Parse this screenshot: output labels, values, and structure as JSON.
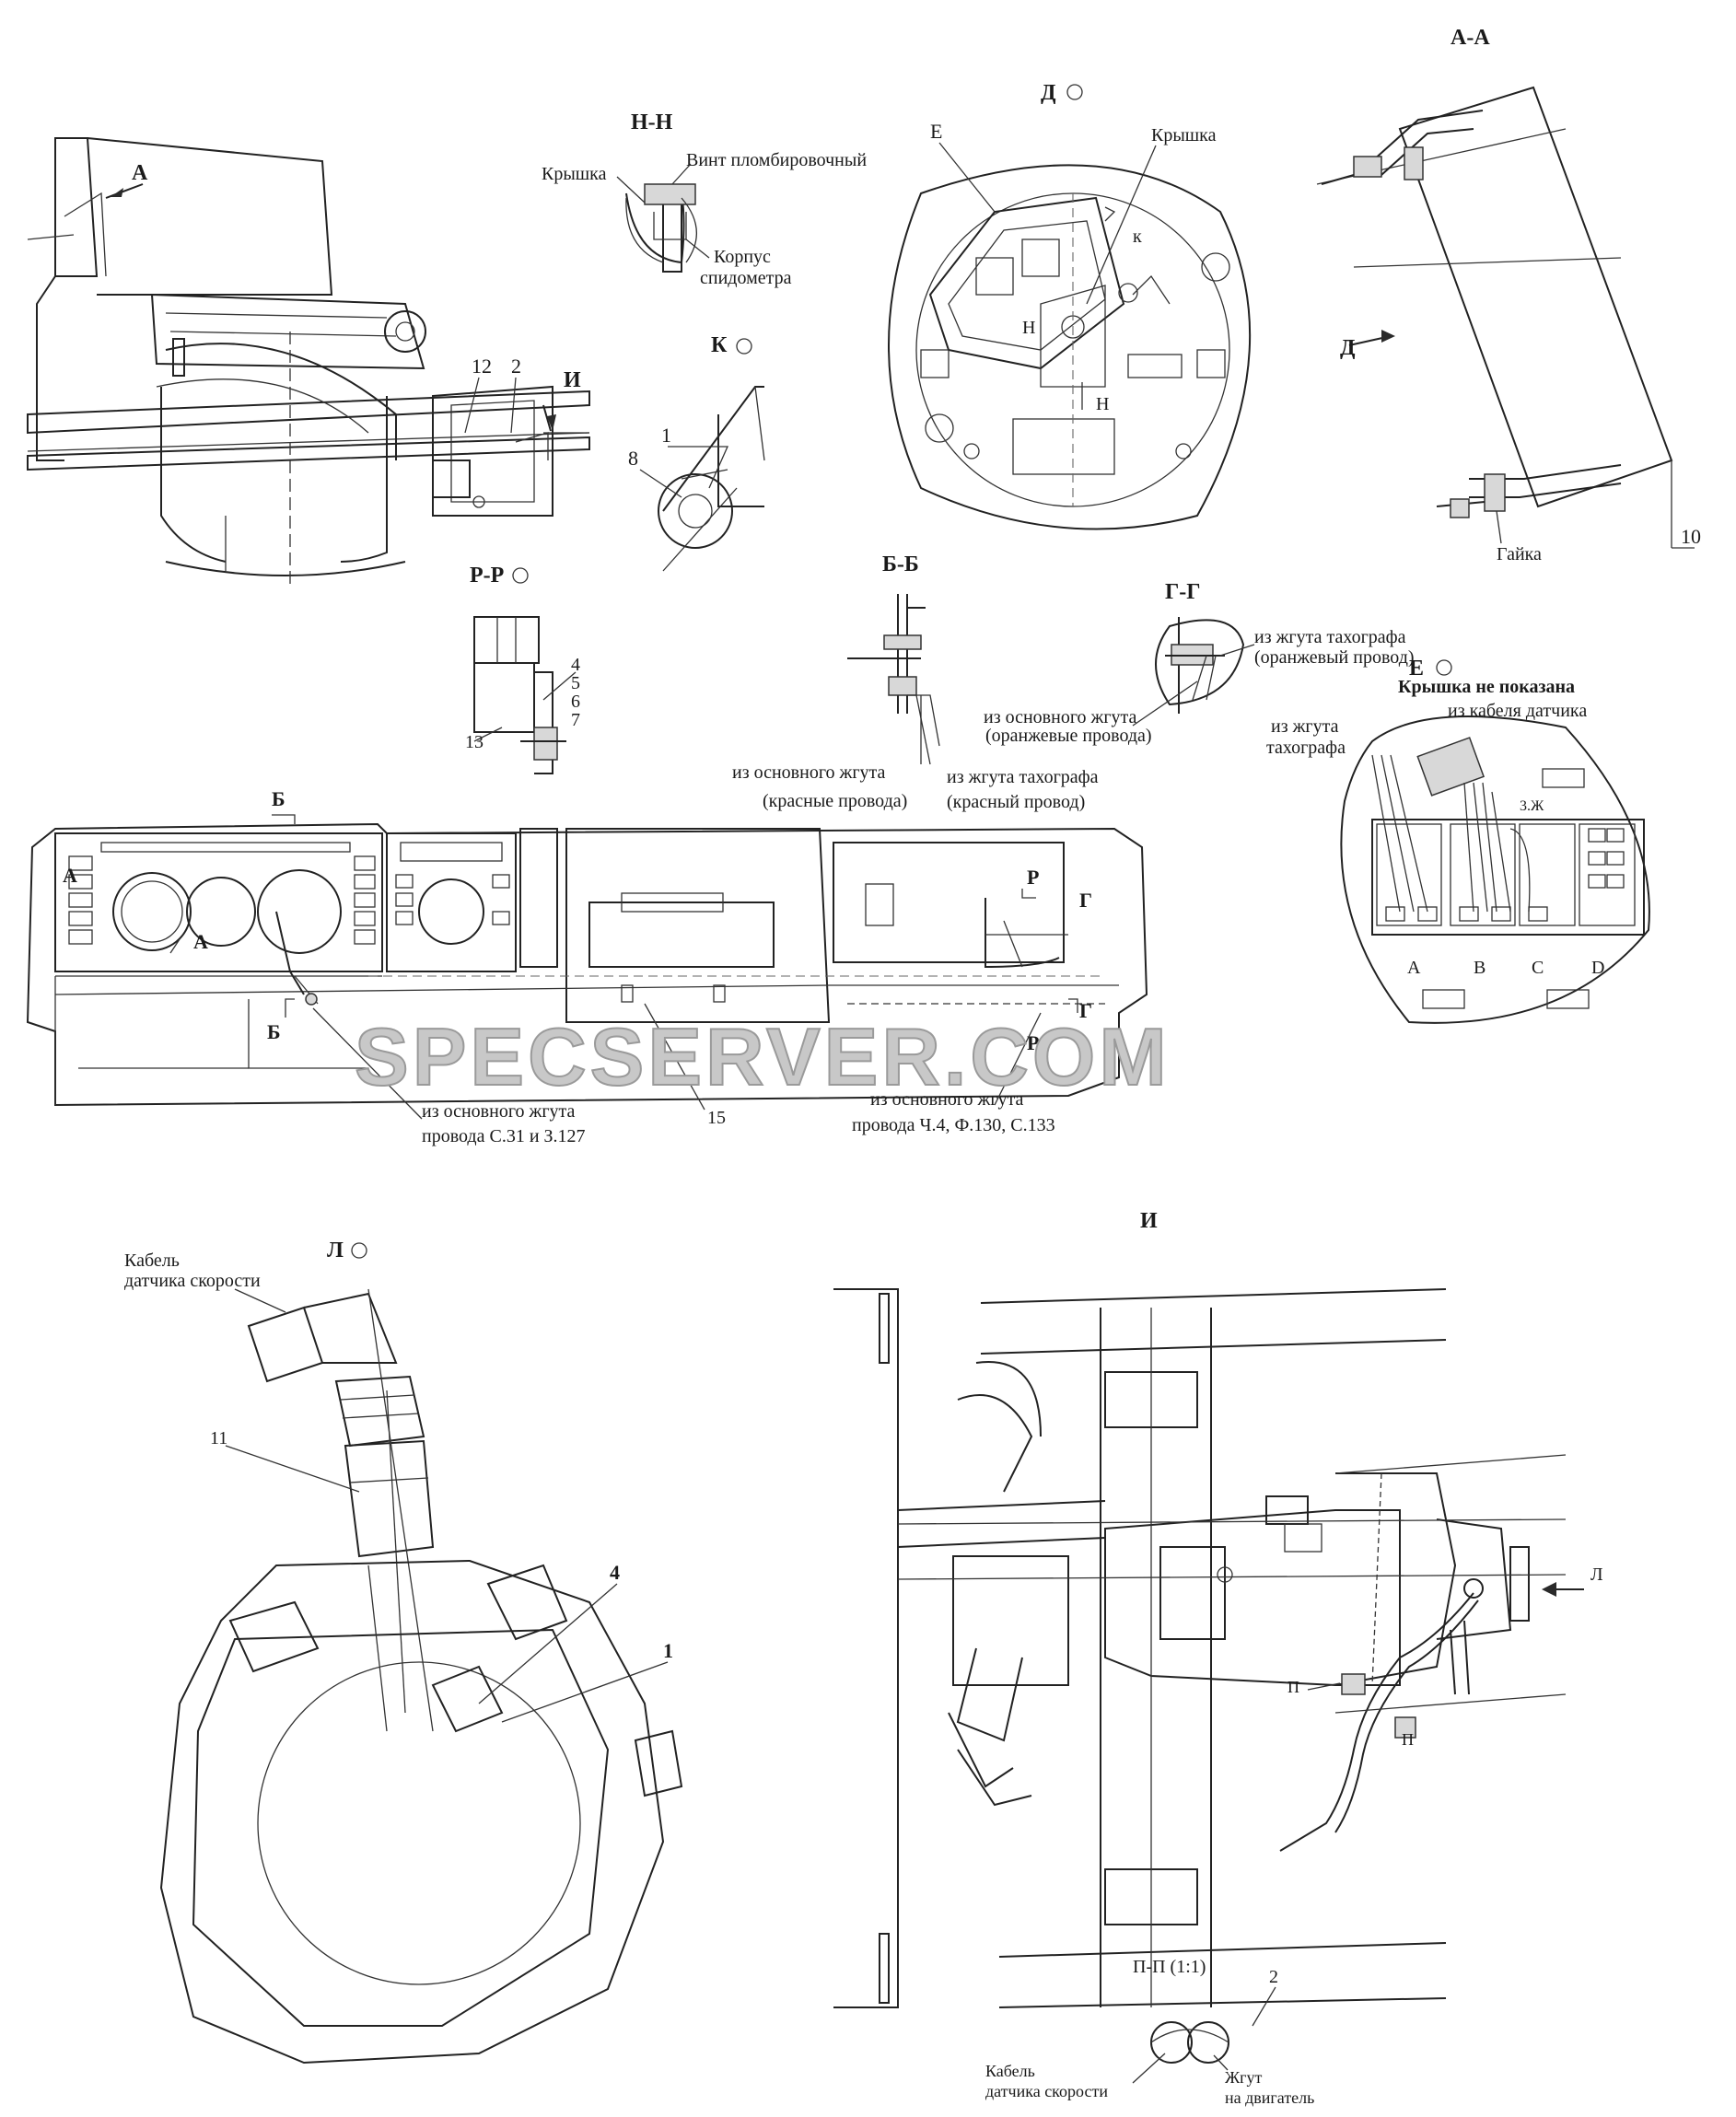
{
  "labels": {
    "view_a": "А",
    "view_i_arrow": "И",
    "n12": "12",
    "n2": "2",
    "sec_nn": "Н-Н",
    "nn_cover": "Крышка",
    "nn_screw": "Винт пломбировочный",
    "nn_body1": "Корпус",
    "nn_body2": "спидометра",
    "view_k": "К",
    "k_n1": "1",
    "k_n8": "8",
    "view_d": "Д",
    "d_e": "Е",
    "d_cover": "Крышка",
    "d_k": "к",
    "d_n1": "Н",
    "d_n2": "Н",
    "sec_aa": "А-А",
    "aa_d": "Д",
    "aa_nut": "Гайка",
    "aa_n10": "10",
    "sec_rr": "Р-Р",
    "rr_n4": "4",
    "rr_n5": "5",
    "rr_n6": "6",
    "rr_n7": "7",
    "rr_n13": "13",
    "sec_bb": "Б-Б",
    "bb_main1": "из основного жгута",
    "bb_main2": "(красные провода)",
    "bb_taho1": "из жгута тахографа",
    "bb_taho2": "(красный провод)",
    "sec_gg": "Г-Г",
    "gg_taho1": "из жгута тахографа",
    "gg_taho2": "(оранжевый провод)",
    "gg_main1": "из основного жгута",
    "gg_main2": "(оранжевые провода)",
    "view_e": "Е",
    "e_not_shown": "Крышка не показана",
    "e_sensor": "из кабеля датчика",
    "e_taho1": "из жгута",
    "e_taho2": "тахографа",
    "e_A": "A",
    "e_B": "B",
    "e_C": "C",
    "e_D": "D",
    "e_3zh": "3.Ж",
    "dash_b1": "Б",
    "dash_b2": "Б",
    "dash_a1": "А",
    "dash_a2": "А",
    "dash_r1": "Р",
    "dash_r2": "Р",
    "dash_g1": "Г",
    "dash_g2": "Г",
    "dash_main1": "из основного жгута",
    "dash_main1b": "провода С.31 и З.127",
    "dash_n15": "15",
    "dash_main2": "из основного жгута",
    "dash_main2b": "провода Ч.4, Ф.130, С.133",
    "watermark": "SPECSERVER.COM",
    "view_l": "Л",
    "l_cable1": "Кабель",
    "l_cable2": "датчика скорости",
    "l_n11": "11",
    "l_n4": "4",
    "l_n1": "1",
    "view_i": "И",
    "i_l": "Л",
    "i_p1": "П",
    "i_p2": "П",
    "sec_pp": "П-П (1:1)",
    "pp_n2": "2",
    "pp_cable1": "Кабель",
    "pp_cable2": "датчика скорости",
    "pp_harness1": "Жгут",
    "pp_harness2": "на двигатель"
  }
}
